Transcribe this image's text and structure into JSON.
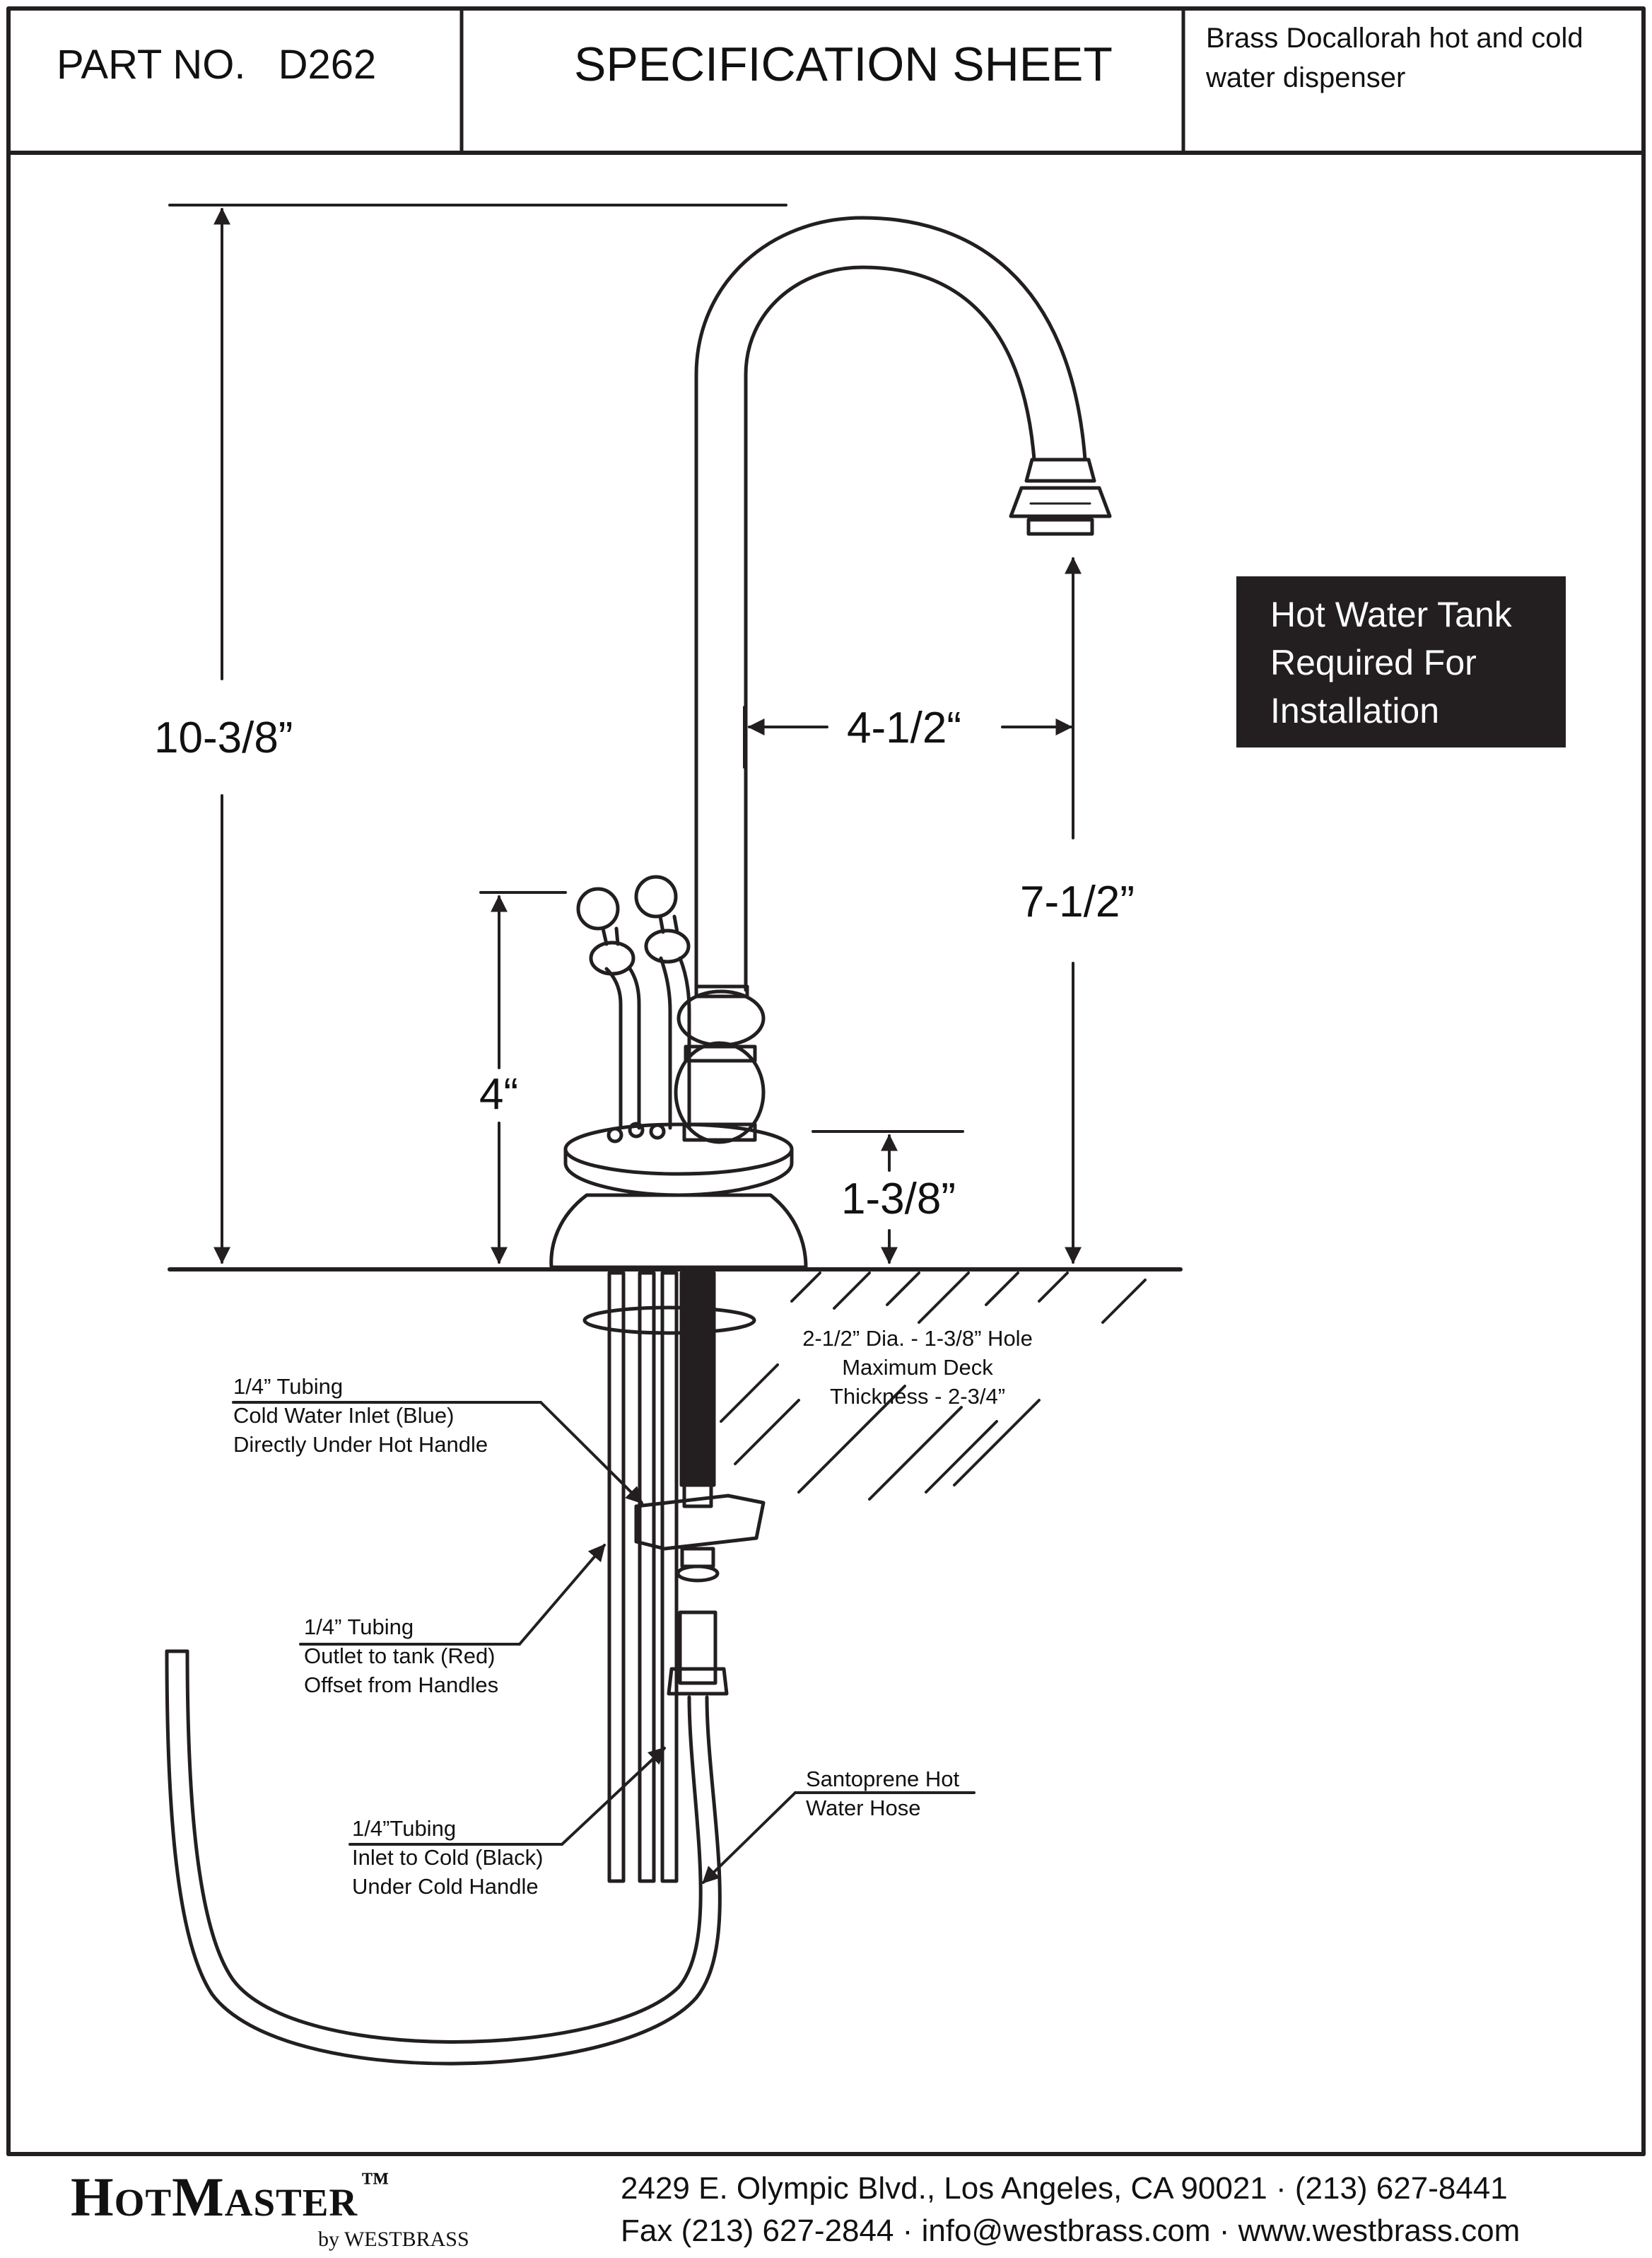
{
  "header": {
    "part_no_label": "PART NO.",
    "part_no_value": "D262",
    "title": "SPECIFICATION SHEET",
    "description": "Brass Docallorah hot and cold water dispenser"
  },
  "dimensions": {
    "overall_height": "10-3/8”",
    "spout_reach": "4-1/2“",
    "spout_clearance": "7-1/2”",
    "handle_height": "4“",
    "base_height": "1-3/8”"
  },
  "notice": {
    "text": "Hot Water Tank\nRequired For\nInstallation"
  },
  "mounting_note": {
    "text": "2-1/2” Dia. - 1-3/8” Hole\nMaximum Deck\nThickness - 2-3/4”"
  },
  "callouts": {
    "cold_inlet": "1/4” Tubing\nCold Water Inlet (Blue)\nDirectly Under Hot Handle",
    "outlet_tank": "1/4” Tubing\nOutlet to tank (Red)\nOffset from Handles",
    "inlet_cold": "1/4”Tubing\nInlet to Cold (Black)\nUnder Cold Handle",
    "hose": "Santoprene Hot\nWater Hose"
  },
  "footer": {
    "brand_name": "HotMaster",
    "brand_mark": "™",
    "brand_sub": "by WESTBRASS",
    "address_line": "2429 E. Olympic Blvd., Los Angeles, CA  90021 · (213) 627-8441",
    "contact_line": "Fax (213) 627-2844 · info@westbrass.com ·  www.westbrass.com"
  }
}
